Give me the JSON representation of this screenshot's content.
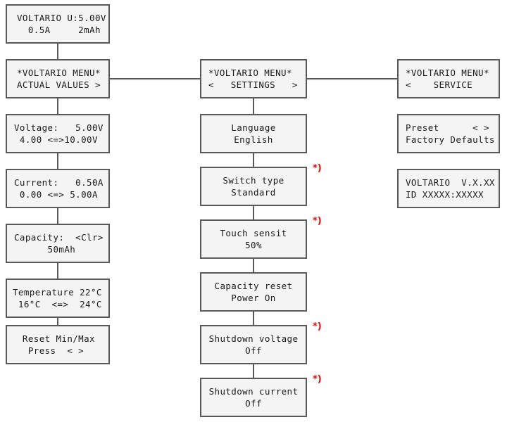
{
  "device": "VOLTARIO",
  "colors": {
    "lcd_fill": "#f4f4f4",
    "lcd_border": "#5a5a5a",
    "text": "#1a1a1a",
    "note_marker": "#ff0000",
    "background": "#ffffff"
  },
  "footnote_marker": "*)",
  "columns": {
    "actual_values": {
      "header_screen": {
        "line1": "VOLTARIO U:5.00V",
        "line2": "  0.5A     2mAh"
      },
      "menu_screen": {
        "line1": "*VOLTARIO MENU*",
        "line2": "ACTUAL VALUES >"
      },
      "screens": [
        {
          "line1": "Voltage:   5.00V",
          "line2": " 4.00 <=>10.00V",
          "note": false
        },
        {
          "line1": "Current:   0.50A",
          "line2": " 0.00 <=> 5.00A",
          "note": false
        },
        {
          "line1": "Capacity:  <Clr>",
          "line2": "      50mAh",
          "note": false
        },
        {
          "line1": "Temperature 22°C",
          "line2": " 16°C  <=>  24°C",
          "note": false
        },
        {
          "line1": " Reset Min/Max",
          "line2": "  Press  < >",
          "note": false
        }
      ]
    },
    "settings": {
      "menu_screen": {
        "line1": "*VOLTARIO MENU*",
        "line2": "<   SETTINGS   >"
      },
      "screens": [
        {
          "line1": "Language",
          "line2": "English",
          "note": false
        },
        {
          "line1": "Switch type",
          "line2": "Standard",
          "note": true
        },
        {
          "line1": "Touch sensit",
          "line2": "50%",
          "note": true
        },
        {
          "line1": "Capacity reset",
          "line2": "Power On",
          "note": false
        },
        {
          "line1": "Shutdown voltage",
          "line2": "Off",
          "note": true
        },
        {
          "line1": "Shutdown current",
          "line2": "Off",
          "note": true
        }
      ]
    },
    "service": {
      "menu_screen": {
        "line1": "*VOLTARIO MENU*",
        "line2": "<    SERVICE"
      },
      "screens": [
        {
          "line1": "Preset      < >",
          "line2": "Factory Defaults",
          "note": false
        },
        {
          "line1": "VOLTARIO  V.X.XX",
          "line2": "ID XXXXX:XXXXX",
          "note": false
        }
      ]
    }
  }
}
